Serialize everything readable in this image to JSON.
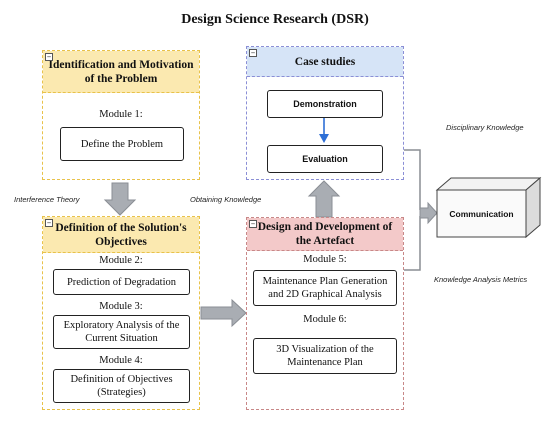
{
  "title": "Design Science Research (DSR)",
  "phases": {
    "identification": {
      "title": "Identification and Motivation of the Problem",
      "module1_label": "Module 1:",
      "module1_box": "Define the Problem"
    },
    "objectives": {
      "title": "Definition of the Solution's Objectives",
      "module2_label": "Module 2:",
      "module2_box": "Prediction of Degradation",
      "module3_label": "Module 3:",
      "module3_box": "Exploratory Analysis of the Current Situation",
      "module4_label": "Module 4:",
      "module4_box": "Definition of Objectives (Strategies)"
    },
    "case_studies": {
      "title": "Case studies",
      "demonstration": "Demonstration",
      "evaluation": "Evaluation"
    },
    "design": {
      "title": "Design and Development of the Artefact",
      "module5_label": "Module 5:",
      "module5_box": "Maintenance Plan Generation and 2D Graphical Analysis",
      "module6_label": "Module 6:",
      "module6_box": "3D Visualization of the Maintenance Plan"
    }
  },
  "communication": "Communication",
  "side_labels": {
    "interference_theory": "Interference Theory",
    "obtaining_knowledge": "Obtaining Knowledge",
    "disciplinary_knowledge": "Disciplinary Knowledge",
    "knowledge_analysis_metrics": "Knowledge Analysis Metrics"
  },
  "colors": {
    "identification_border": "#e8c24a",
    "identification_fill": "#fbe9b0",
    "objectives_border": "#e8c24a",
    "objectives_fill": "#fbe9b0",
    "case_border": "#8b8fd6",
    "case_fill": "#d6e4f7",
    "design_border": "#c88888",
    "design_fill": "#f3c9c9",
    "arrow_gray": "#a9adb3",
    "arrow_blue": "#2e6fd6"
  }
}
